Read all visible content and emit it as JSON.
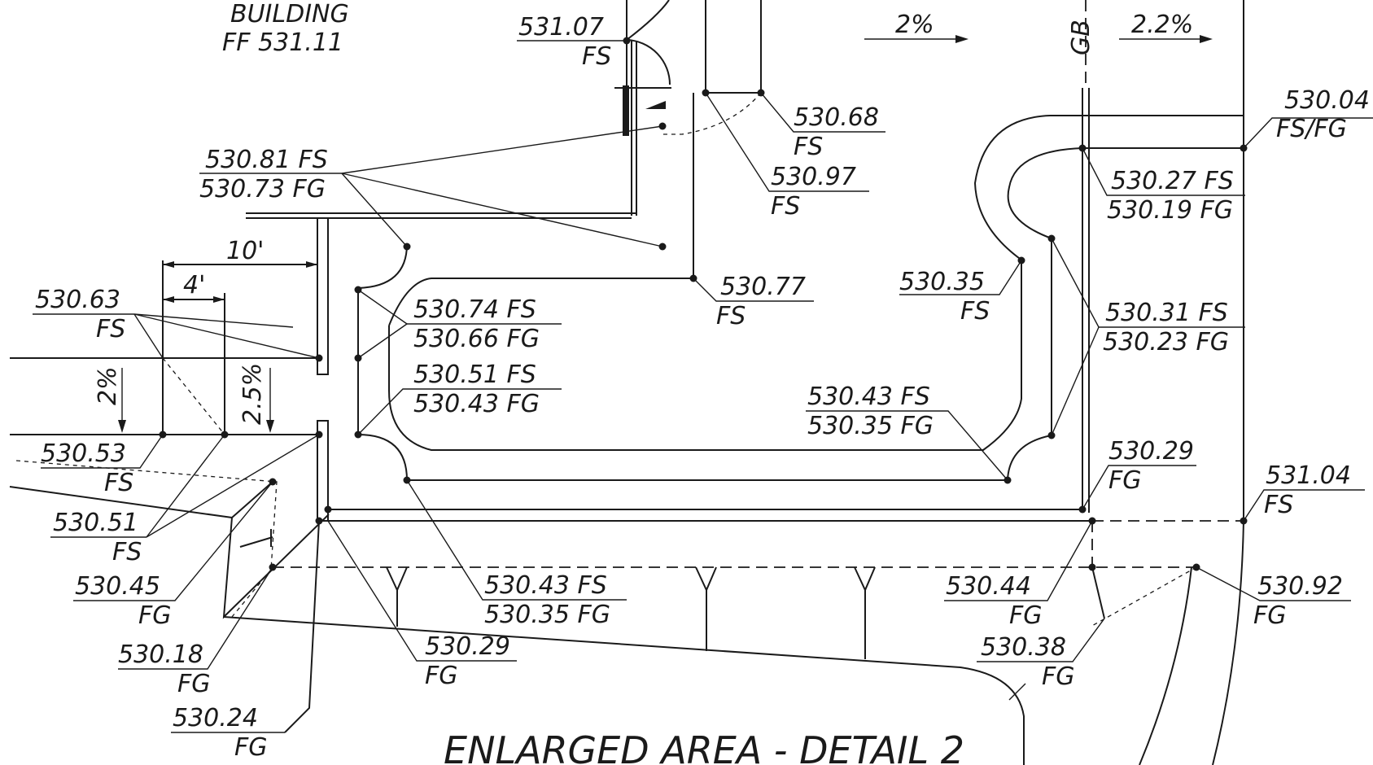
{
  "drawing": {
    "building_label": "BUILDING",
    "building_ff": "FF 531.11",
    "title": "ENLARGED AREA - DETAIL 2",
    "slope_labels": {
      "top_center": "2%",
      "top_right": "2.2%",
      "left_vertical": "2%",
      "left_vertical_2": "2.5%"
    },
    "gb_label": "GB",
    "dims": {
      "ten": "10'",
      "four": "4'"
    },
    "callouts": [
      {
        "key": "c_531_07",
        "top": "531.07",
        "bottom": "FS"
      },
      {
        "key": "c_530_68",
        "top": "530.68",
        "bottom": "FS"
      },
      {
        "key": "c_530_97",
        "top": "530.97",
        "bottom": "FS"
      },
      {
        "key": "c_530_04",
        "top": "530.04",
        "bottom": "FS/FG"
      },
      {
        "key": "c_530_81",
        "top": "530.81 FS",
        "bottom": "530.73 FG"
      },
      {
        "key": "c_530_27",
        "top": "530.27 FS",
        "bottom": "530.19 FG"
      },
      {
        "key": "c_530_63",
        "top": "530.63",
        "bottom": "FS"
      },
      {
        "key": "c_530_77",
        "top": "530.77",
        "bottom": "FS"
      },
      {
        "key": "c_530_35",
        "top": "530.35",
        "bottom": "FS"
      },
      {
        "key": "c_530_74",
        "top": "530.74 FS",
        "bottom": "530.66 FG"
      },
      {
        "key": "c_530_31",
        "top": "530.31 FS",
        "bottom": "530.23 FG"
      },
      {
        "key": "c_530_51a",
        "top": "530.51 FS",
        "bottom": "530.43 FG"
      },
      {
        "key": "c_530_43a",
        "top": "530.43 FS",
        "bottom": "530.35 FG"
      },
      {
        "key": "c_530_53",
        "top": "530.53",
        "bottom": "FS"
      },
      {
        "key": "c_530_29a",
        "top": "530.29",
        "bottom": "FG"
      },
      {
        "key": "c_531_04",
        "top": "531.04",
        "bottom": "FS"
      },
      {
        "key": "c_530_51b",
        "top": "530.51",
        "bottom": "FS"
      },
      {
        "key": "c_530_45",
        "top": "530.45",
        "bottom": "FG"
      },
      {
        "key": "c_530_43b",
        "top": "530.43 FS",
        "bottom": "530.35 FG"
      },
      {
        "key": "c_530_44",
        "top": "530.44",
        "bottom": "FG"
      },
      {
        "key": "c_530_92",
        "top": "530.92",
        "bottom": "FG"
      },
      {
        "key": "c_530_18",
        "top": "530.18",
        "bottom": "FG"
      },
      {
        "key": "c_530_29b",
        "top": "530.29",
        "bottom": "FG"
      },
      {
        "key": "c_530_38",
        "top": "530.38",
        "bottom": "FG"
      },
      {
        "key": "c_530_24",
        "top": "530.24",
        "bottom": "FG"
      }
    ]
  }
}
